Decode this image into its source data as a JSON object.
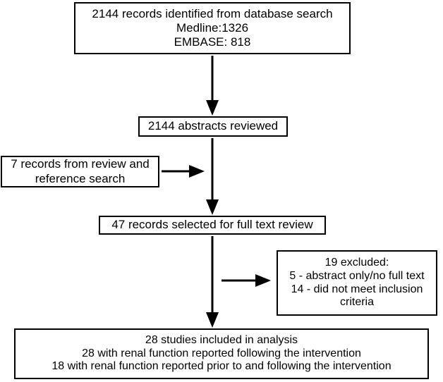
{
  "diagram": {
    "title": "study-selection-flow-diagram",
    "type": "prisma-flowchart",
    "background_color": "#ffffff",
    "line_color": "#000000",
    "nodes": {
      "identified": {
        "lines": [
          "2144 records identified from database search",
          "Medline:1326",
          "EMBASE: 818"
        ]
      },
      "abstracts": {
        "lines": [
          "2144 abstracts reviewed"
        ]
      },
      "review_reference": {
        "lines": [
          "7 records from review and",
          "reference search"
        ]
      },
      "full_text": {
        "lines": [
          "47 records selected for full text review"
        ]
      },
      "excluded": {
        "lines": [
          "19 excluded:",
          "5 - abstract only/no full text",
          "14 - did not meet inclusion",
          "criteria"
        ]
      },
      "included": {
        "lines": [
          "28 studies included in analysis",
          "28 with renal function reported following the intervention",
          "18 with renal function reported prior to and following the intervention"
        ]
      }
    },
    "arrows": [
      {
        "name": "arrow-identified-to-abstracts",
        "direction": "down"
      },
      {
        "name": "arrow-review-ref-to-main-stem",
        "direction": "right"
      },
      {
        "name": "arrow-abstracts-to-full-text",
        "direction": "down"
      },
      {
        "name": "arrow-full-text-to-included",
        "direction": "down"
      },
      {
        "name": "arrow-full-text-to-excluded",
        "direction": "right"
      }
    ]
  }
}
